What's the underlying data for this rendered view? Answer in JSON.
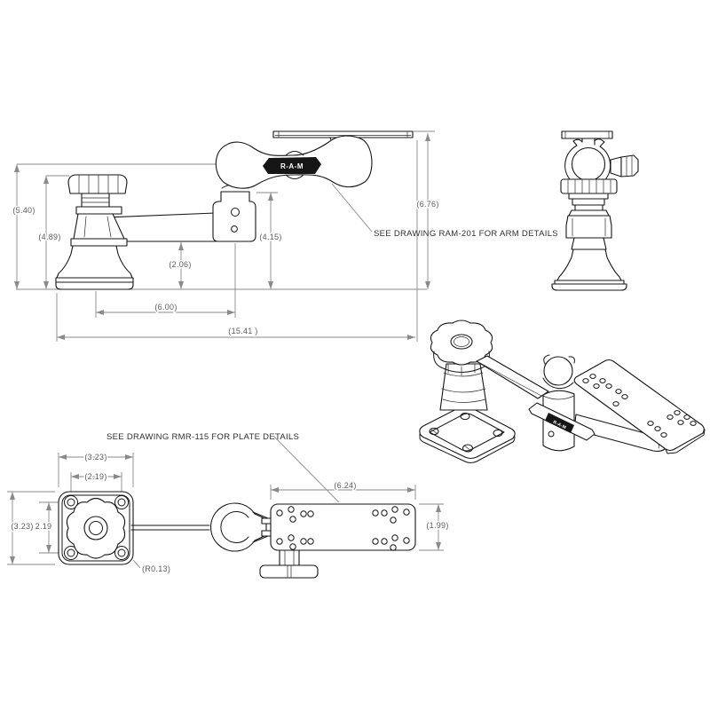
{
  "logo_text": "R-A-M",
  "colors": {
    "outline": "#161616",
    "dimension_lines": "#8a8a8a",
    "dimension_text": "#5c5c5c",
    "background": "#ffffff"
  },
  "notes": {
    "arm": "SEE DRAWING RAM-201 FOR ARM DETAILS",
    "plate": "SEE DRAWING RMR-115 FOR PLATE DETAILS"
  },
  "side_view": {
    "dims": {
      "ball_height": "(5.40)",
      "knob_height": "(4.89)",
      "pivot_height": "(4.15)",
      "arm_clearance": "(2.06)",
      "overall_height": "(6.76)",
      "arm_span": "(6.00)",
      "overall_length": "(15.41 )"
    }
  },
  "top_view": {
    "dims": {
      "base_width": "(3.23)",
      "hole_spacing_x": "(2.19)",
      "base_height": "(3.23)",
      "hole_spacing_y": "2.19",
      "corner_radius": "(R0.13)",
      "plate_length": "(6.24)",
      "plate_width": "(1.99)"
    }
  }
}
